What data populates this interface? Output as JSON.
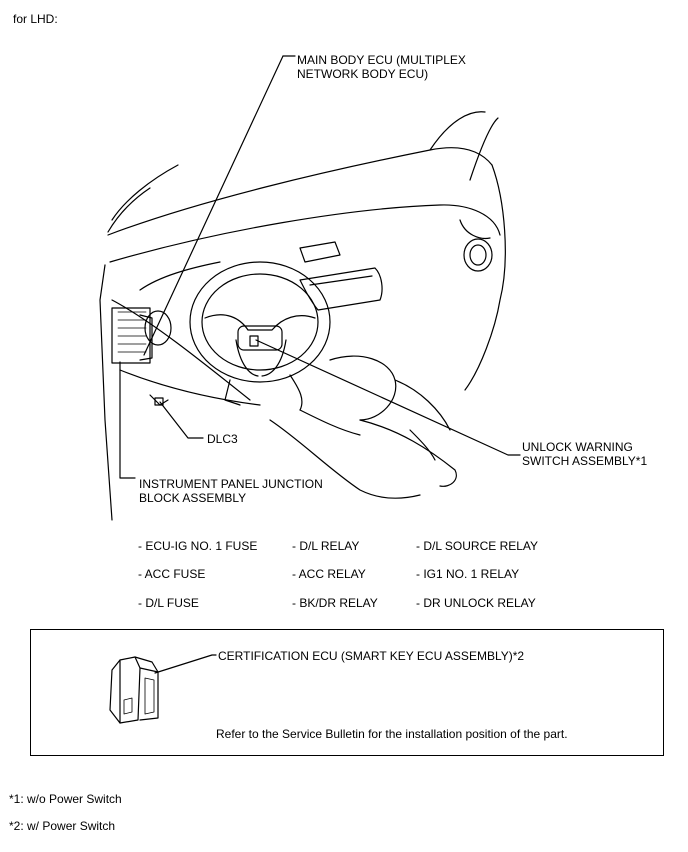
{
  "header": {
    "title": "for LHD:"
  },
  "callouts": {
    "main_body_ecu": "MAIN BODY ECU (MULTIPLEX NETWORK BODY ECU)",
    "dlc3": "DLC3",
    "ij_block": "INSTRUMENT PANEL JUNCTION BLOCK ASSEMBLY",
    "unlock_switch": "UNLOCK WARNING SWITCH ASSEMBLY*1"
  },
  "parts_list": {
    "col1": [
      "- ECU-IG NO. 1 FUSE",
      "- ACC FUSE",
      "- D/L FUSE"
    ],
    "col2": [
      "- D/L RELAY",
      "- ACC RELAY",
      "- BK/DR RELAY"
    ],
    "col3": [
      "- D/L SOURCE RELAY",
      "- IG1 NO. 1 RELAY",
      "- DR UNLOCK RELAY"
    ]
  },
  "cert_box": {
    "label": "CERTIFICATION ECU (SMART KEY ECU ASSEMBLY)*2",
    "note": "Refer to the Service Bulletin for the installation position of the part."
  },
  "footnotes": [
    "*1: w/o Power Switch",
    "*2: w/ Power Switch"
  ]
}
